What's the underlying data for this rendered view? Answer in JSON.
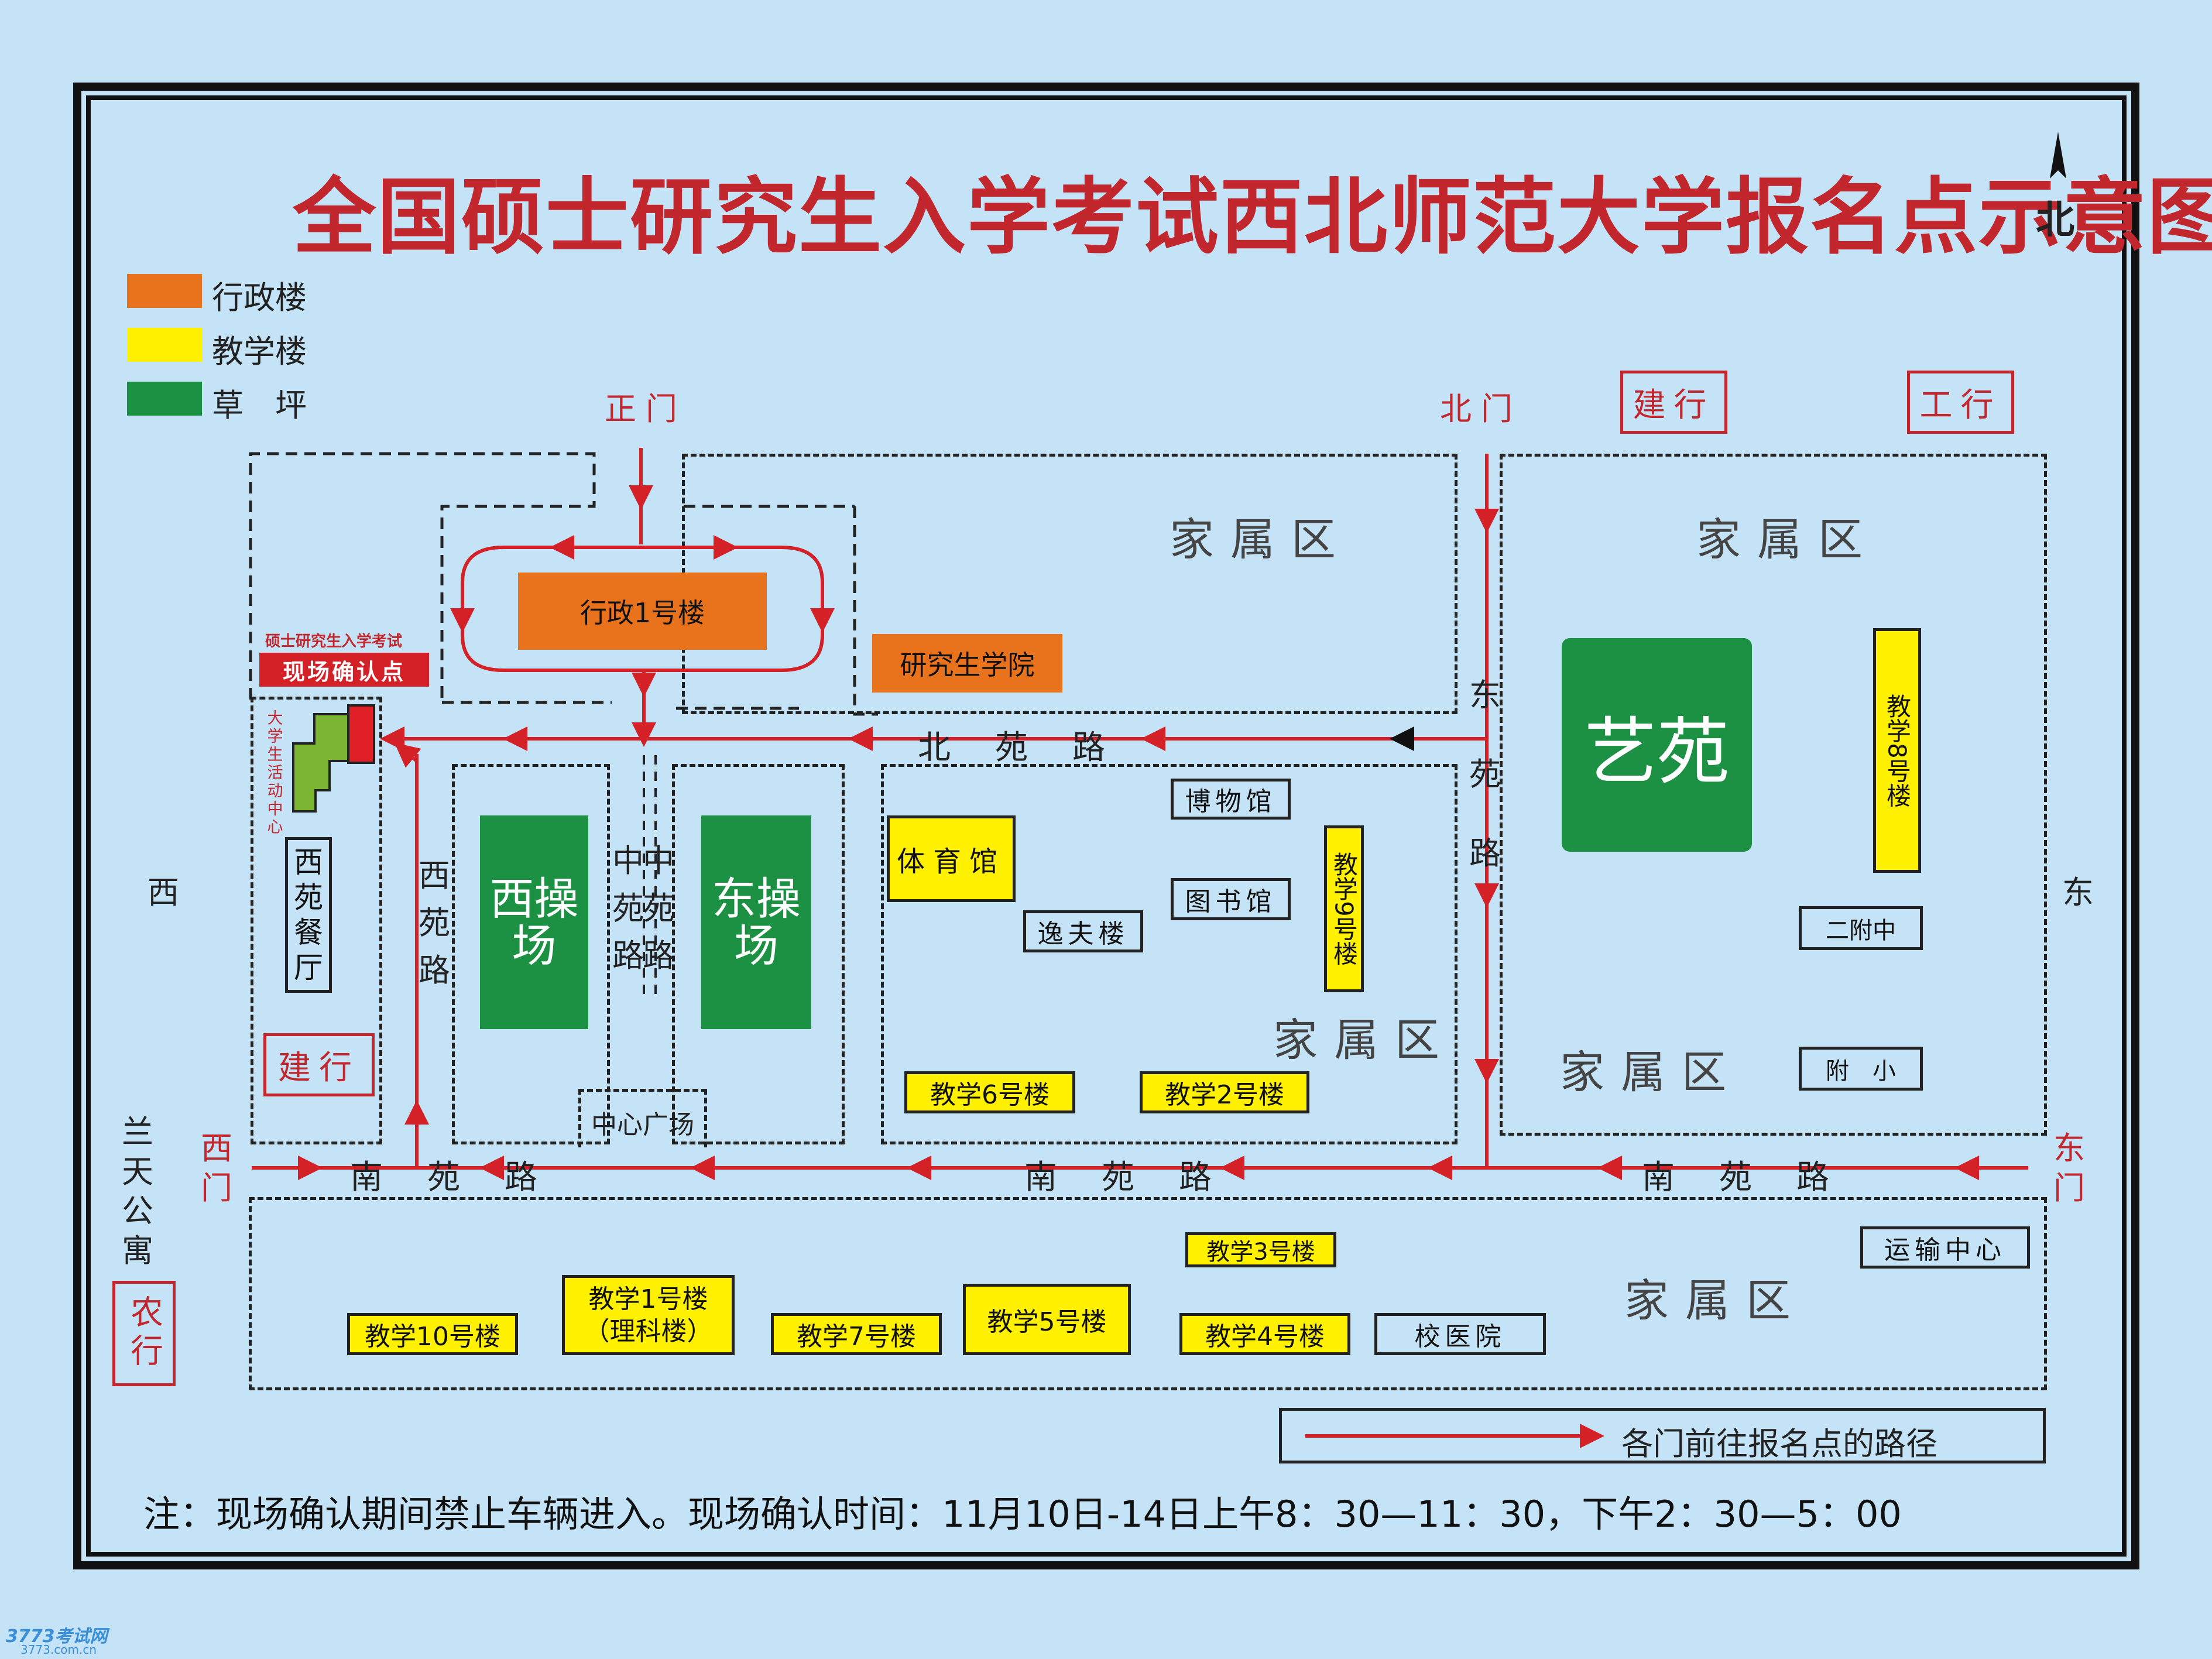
{
  "title": "全国硕士研究生入学考试西北师范大学报名点示意图",
  "compass": {
    "label": "北"
  },
  "legend": [
    {
      "label": "行政楼",
      "color": "#e8731c"
    },
    {
      "label": "教学楼",
      "color": "#fff100"
    },
    {
      "label": "草　坪",
      "color": "#1c9144"
    }
  ],
  "gates": {
    "main": "正门",
    "north": "北门",
    "west": "西门",
    "east": "东门"
  },
  "banks": {
    "ccb_top": "建行",
    "icbc": "工行",
    "ccb_left": "建行",
    "abc": "农行"
  },
  "roads": {
    "beiyuan": "北　苑　路",
    "nanyuan_left": "南　苑　路",
    "nanyuan_mid": "南　苑　路",
    "nanyuan_right": "南　苑　路",
    "xiyuan": "西苑路",
    "zhongyuan_a": "中苑路",
    "zhongyuan_b": "中苑路",
    "dongyuan": "东苑路"
  },
  "residential": {
    "nw": "家属区",
    "ne": "家属区",
    "center": "家属区",
    "east_low": "家属区",
    "south": "家属区"
  },
  "confirm_point": {
    "line1": "硕士研究生入学考试",
    "line2": "现场确认点",
    "activity_center": "大学生活动中心"
  },
  "buildings": {
    "admin1": "行政1号楼",
    "graduate_school": "研究生学院",
    "west_field": "西操场",
    "east_field": "东操场",
    "central_plaza": "中心广场",
    "xiyuan_canteen": "西苑餐厅",
    "gym": "体育馆",
    "museum": "博物馆",
    "library": "图书馆",
    "yifu": "逸夫楼",
    "teach9": "教学9号楼",
    "teach6": "教学6号楼",
    "teach2": "教学2号楼",
    "yiyuan": "艺苑",
    "teach8": "教学8号楼",
    "erfuzhong": "二附中",
    "fuxiao": "附　小",
    "teach3": "教学3号楼",
    "teach10": "教学10号楼",
    "teach1_line1": "教学1号楼",
    "teach1_line2": "（理科楼）",
    "teach7": "教学7号楼",
    "teach5": "教学5号楼",
    "teach4": "教学4号楼",
    "hospital": "校医院",
    "transport": "运输中心"
  },
  "sides": {
    "west": "西",
    "east": "东"
  },
  "lantian": "兰天公寓",
  "route_legend": "各门前往报名点的路径",
  "note": "注：现场确认期间禁止车辆进入。现场确认时间：11月10日-14日上午8：30—11：30，下午2：30—5：00",
  "watermark": {
    "name": "3773考试网",
    "url": "3773.com.cn"
  },
  "colors": {
    "route": "#d42027",
    "title": "#c1272d",
    "background": "#c5e3f6"
  }
}
